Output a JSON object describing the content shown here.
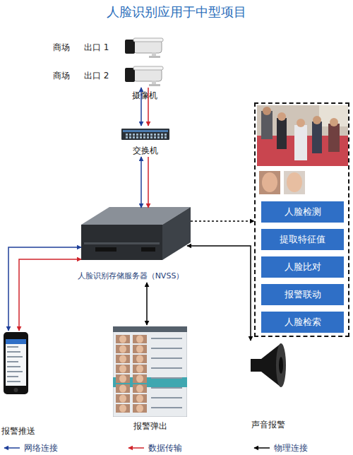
{
  "diagram": {
    "title": "人脸识别应用于中型项目",
    "nodes": [
      {
        "text": [
          "商场",
          "出口 1"
        ]
      },
      {
        "text": [
          "商场",
          "出口 2"
        ]
      },
      {
        "text": [
          "交换机"
        ]
      },
      {
        "text": [
          "人脸识别存储服务器（NVSS）"
        ]
      },
      {
        "text": []
      },
      {
        "text": [
          "人脸检测"
        ],
        "in": 4
      },
      {
        "text": [
          "提取特征值"
        ],
        "in": 4
      },
      {
        "text": [
          "人脸比对"
        ],
        "in": 4
      },
      {
        "text": [
          "报警联动"
        ],
        "in": 4
      },
      {
        "text": [
          "人脸检索"
        ],
        "in": 4
      },
      {
        "text": [
          "报警推送"
        ]
      },
      {
        "text": [
          "报警弹出"
        ]
      },
      {
        "text": [
          "声音报警"
        ]
      }
    ],
    "edges": [
      {
        "from": 1,
        "to": 2,
        "arrow": "both"
      },
      {
        "from": 1,
        "to": 2,
        "arrow": "to"
      },
      {
        "from": 2,
        "to": 3,
        "arrow": "both"
      },
      {
        "from": 2,
        "to": 3,
        "arrow": "to"
      },
      {
        "from": 3,
        "to": 4,
        "arrow": "to"
      },
      {
        "from": 3,
        "to": 12,
        "arrow": "both"
      },
      {
        "from": 3,
        "to": 11,
        "arrow": "both"
      },
      {
        "from": 3,
        "to": 10,
        "arrow": "both"
      },
      {
        "from": 3,
        "to": 10,
        "arrow": "both"
      }
    ],
    "labels": [
      "摄像机"
    ],
    "legend": [
      {
        "text": "网络连接"
      },
      {
        "text": "数据传输"
      },
      {
        "text": "物理连接"
      }
    ]
  }
}
